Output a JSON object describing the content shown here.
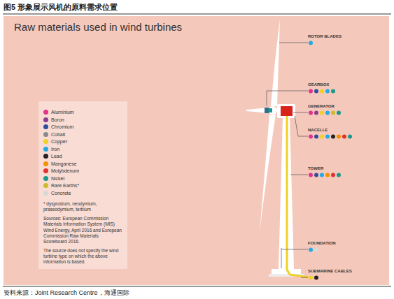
{
  "diagram": {
    "title": "图5 形象展示风机的原料需求位置",
    "caption": "资料来源：Joint Research Centre，海通国际",
    "labels": [
      "Raw materials used in wind turbines",
      "* dysprosium, neodymium, praseodymium, terbium",
      "Sources: European Commission Materials Information System (MIS) Wind Energy, April 2016 and European Commission Raw Materials Scoreboard 2016.",
      "The source does not specify the wind turbine type on which the above information is based.",
      "ROTOR BLADES",
      "GEARBOX",
      "GENERATOR",
      "NACELLE",
      "TOWER",
      "FOUNDATION",
      "SUBMARINE CABLES"
    ],
    "legend": [
      {
        "text": "Aluminium",
        "color": "#e0338a"
      },
      {
        "text": "Boron",
        "color": "#8e3a8e"
      },
      {
        "text": "Chromium",
        "color": "#2f4f9e"
      },
      {
        "text": "Cobalt",
        "color": "#8a8a8a"
      },
      {
        "text": "Copper",
        "color": "#f2d024"
      },
      {
        "text": "Iron",
        "color": "#25a9e0"
      },
      {
        "text": "Lead",
        "color": "#222222"
      },
      {
        "text": "Manganese",
        "color": "#f39200"
      },
      {
        "text": "Molybdenum",
        "color": "#e3312d"
      },
      {
        "text": "Nickel",
        "color": "#1a9a8a"
      },
      {
        "text": "Rare Earths*",
        "color": "#cbbd2a"
      },
      {
        "text": "Concrete",
        "color": "#d8d8d8"
      }
    ]
  }
}
